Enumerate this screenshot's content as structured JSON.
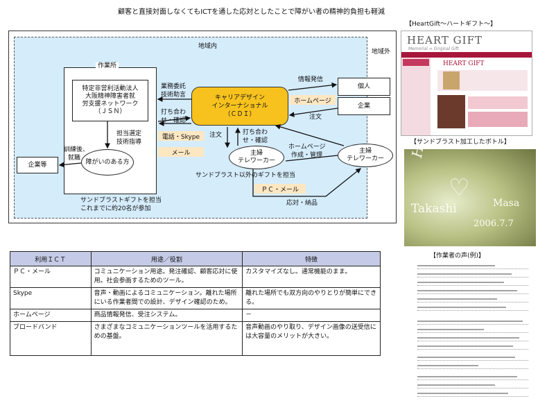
{
  "page_title": "顧客と直接対面しなくてもICTを通した応対としたことで障がい者の精神的負担も軽減",
  "diagram": {
    "region_label": "地域内",
    "outside_label": "地域外",
    "workplace": {
      "label": "作業所",
      "org_box": [
        "特定非営利活動法人",
        "大阪精神障害者就",
        "労支援ネットワーク",
        "（ＪＳＮ）"
      ],
      "disabled_person": "障がいのある方",
      "gift_note": [
        "サンドブラストギフトを担当",
        "これまでに約20名が参加"
      ]
    },
    "company_left": "企業等",
    "cdi": [
      "キャリアデザイン",
      "インターナショナル",
      "（ＣＤＩ）"
    ],
    "individual": "個人",
    "company_right": "企業",
    "homemaker1": [
      "主婦",
      "テレワーカー"
    ],
    "homemaker2": [
      "主婦",
      "テレワーカー"
    ],
    "labels": {
      "info": "情報発信",
      "homepage": "ホームページ",
      "order1": "注文",
      "outsource": [
        "業務委託",
        "技術助言"
      ],
      "meeting1": [
        "打ち合わ",
        "せ・確認"
      ],
      "phone_skype": "電話・Skype",
      "mail": "メール",
      "order2": "注文",
      "meeting2": [
        "打ち合わ",
        "せ・確認"
      ],
      "hp_create": [
        "ホームページ",
        "作成・管理"
      ],
      "assign": [
        "担当選定",
        "技術指導"
      ],
      "training": [
        "訓練後、",
        "就職"
      ],
      "non_sand": "サンドブラスト以外のギフトを担当",
      "pc_mail": "ＰＣ・メール",
      "support": "応対・納品"
    }
  },
  "photos": {
    "heartgift_caption": "【HeartGift〜ハートギフト〜】",
    "heartgift_logo": "HEART GIFT",
    "heartgift_sub": "Memorial  ∞  Original Gift",
    "heartgift_inner": "HEART GIFT",
    "bottle_caption": "【サンドブラスト加工したボトル】",
    "bottle_name_1": "Takashi",
    "bottle_name_2": "Masa",
    "bottle_date": "2006.7.7",
    "bottle_line_top": "Happy",
    "voice_caption": "【作業者の声(例)】"
  },
  "table": {
    "headers": [
      "利用ＩＣＴ",
      "用途／役割",
      "特徴"
    ],
    "rows": [
      [
        "ＰＣ・メール",
        "コミュニケーション用途。発注確認、顧客応対に使用。社会参画するためのツール。",
        "カスタマイズなし。通常機能のまま。"
      ],
      [
        "Skype",
        "音声・動画によるコミュニケーション。離れた場所にいる作業者間での設計、デザイン確認のため。",
        "離れた場所でも双方向のやりとりが簡単にできる。"
      ],
      [
        "ホームページ",
        "商品情報発信、受注システム。",
        "－"
      ],
      [
        "ブロードバンド",
        "さまざまなコミュニケーションツールを活用するための基盤。",
        "音声動画のやり取り、デザイン画像の送受信には大容量のメリットが大きい。"
      ]
    ]
  },
  "colors": {
    "region_fill": "#d5ecfb",
    "cdi_fill": "#f7c21e",
    "tag_fill": "#fde7c2",
    "table_header": "#c5cbe6"
  }
}
